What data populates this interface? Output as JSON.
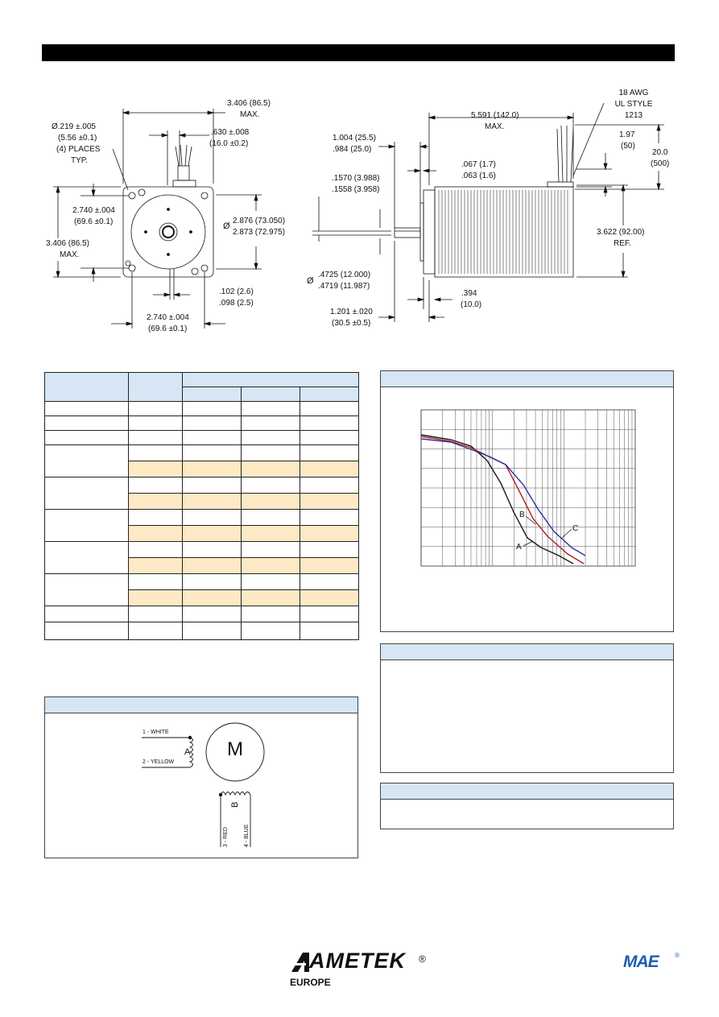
{
  "drawing": {
    "front_view": {
      "hole_dia": "Ø.219 ±.005",
      "hole_dia_mm": "(5.56 ±0.1)",
      "hole_places": "(4) PLACES",
      "hole_typ": "TYP.",
      "width_max": "3.406 (86.5)",
      "width_max_label": "MAX.",
      "shaft_flat": ".630 ±.008",
      "shaft_flat_mm": "(16.0 ±0.2)",
      "bolt_v": "2.740 ±.004",
      "bolt_v_mm": "(69.6 ±0.1)",
      "height_max": "3.406 (86.5)",
      "height_max_label": "MAX.",
      "pilot_symbol": "Ø",
      "pilot_dia": "2.876 (73.050)",
      "pilot_dia_2": "2.873 (72.975)",
      "pilot_depth": ".102 (2.6)",
      "pilot_depth_2": ".098 (2.5)",
      "bolt_h": "2.740 ±.004",
      "bolt_h_mm": "(69.6 ±0.1)"
    },
    "side_view": {
      "wire_awg": "18 AWG",
      "wire_ul": "UL STYLE",
      "wire_no": "1213",
      "length_max": "5.591 (142.0)",
      "length_max_label": "MAX.",
      "shaft_len_a": "1.004 (25.5)",
      "shaft_len_b": ".984 (25.0)",
      "lead_exit": "1.97",
      "lead_exit_mm": "(50)",
      "lead_len": "20.0",
      "lead_len_mm": "(500)",
      "flange_a": ".067 (1.7)",
      "flange_b": ".063 (1.6)",
      "flat_a": ".1570 (3.988)",
      "flat_b": ".1558 (3.958)",
      "body_ref": "3.622 (92.00)",
      "body_ref_label": "REF.",
      "shaft_dia_symbol": "Ø",
      "shaft_dia_a": ".4725 (12.000)",
      "shaft_dia_b": ".4719 (11.987)",
      "pilot_len": ".394",
      "pilot_len_mm": "(10.0)",
      "shaft_total": "1.201 ±.020",
      "shaft_total_mm": "(30.5 ±0.5)"
    }
  },
  "torque_chart": {
    "curve_labels": [
      "A",
      "B",
      "C"
    ],
    "colors": {
      "A": "#1a1a1a",
      "B": "#b02020",
      "C": "#3030a0"
    }
  },
  "wiring": {
    "motor_letter": "M",
    "coil_a": "A",
    "coil_b": "B",
    "wire1": "1 - WHITE",
    "wire2": "2 - YELLOW",
    "wire3": "3 - RED",
    "wire4": "4 - BLUE"
  },
  "footer": {
    "brand": "AMETEK",
    "brand_reg": "®",
    "brand_region": "EUROPE",
    "partner_logo": "MAE",
    "partner_reg": "®"
  },
  "colors": {
    "panel_header": "#d6e6f5",
    "table_alt_row": "#fde9c4",
    "logo_blue": "#1f5fb0"
  }
}
